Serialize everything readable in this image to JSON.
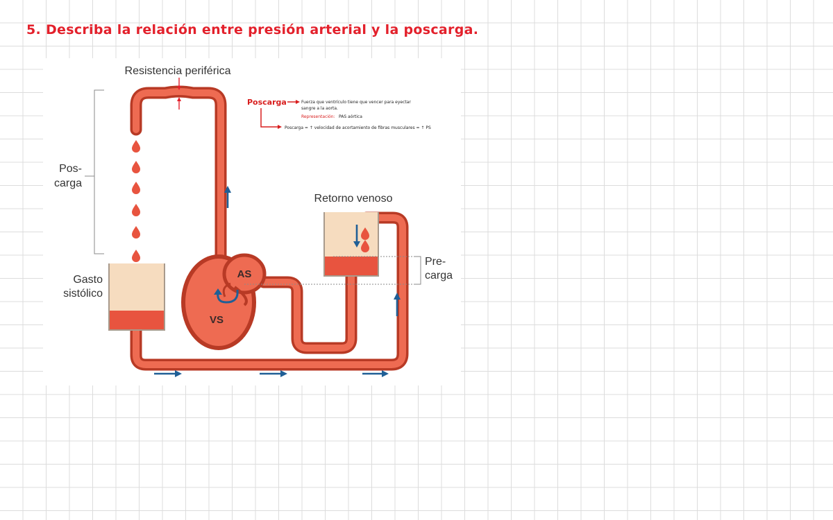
{
  "question": "5. Describa la relación entre presión arterial y la poscarga.",
  "labels": {
    "resistencia": "Resistencia periférica",
    "poscarga_1": "Pos-",
    "poscarga_2": "carga",
    "gasto_1": "Gasto",
    "gasto_2": "sistólico",
    "retorno": "Retorno venoso",
    "precarga_1": "Pre-",
    "precarga_2": "carga",
    "as": "AS",
    "vs": "VS"
  },
  "notes": {
    "title": "Poscarga",
    "def_1": "Fuerza que ventrículo tiene que vencer para eyectar",
    "def_2": "sangre a la aorta.",
    "rep_label": "Representación:",
    "rep_value": "PAS aórtica",
    "formula": "Poscarga = ↑ velocidad de acortamiento de fibras musculares = ↑ PS"
  },
  "colors": {
    "question": "#e3202b",
    "tube_outer": "#b83a25",
    "tube_fill": "#ee6b52",
    "container_bg": "#f6dcbf",
    "fluid": "#e8543f",
    "arrow_blue": "#1f5f96",
    "drop": "#e8543f"
  }
}
